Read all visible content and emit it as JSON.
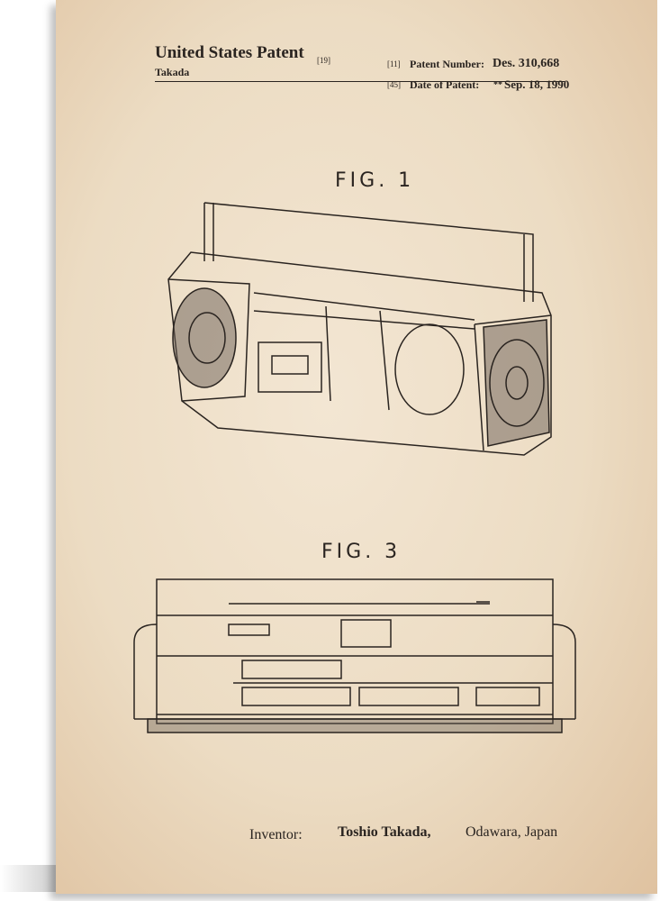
{
  "header": {
    "title": "United States Patent",
    "title_ref": "[19]",
    "inventor_short": "Takada",
    "number_ref": "[11]",
    "number_label": "Patent Number:",
    "number_value": "Des. 310,668",
    "date_ref": "[45]",
    "date_label": "Date of Patent:",
    "date_mark": "**",
    "date_value": "Sep. 18, 1990"
  },
  "figures": [
    {
      "label": "FIG. 1"
    },
    {
      "label": "FIG. 3"
    }
  ],
  "footer": {
    "inventor_label": "Inventor:",
    "inventor_name": "Toshio Takada,",
    "location": "Odawara, Japan"
  }
}
